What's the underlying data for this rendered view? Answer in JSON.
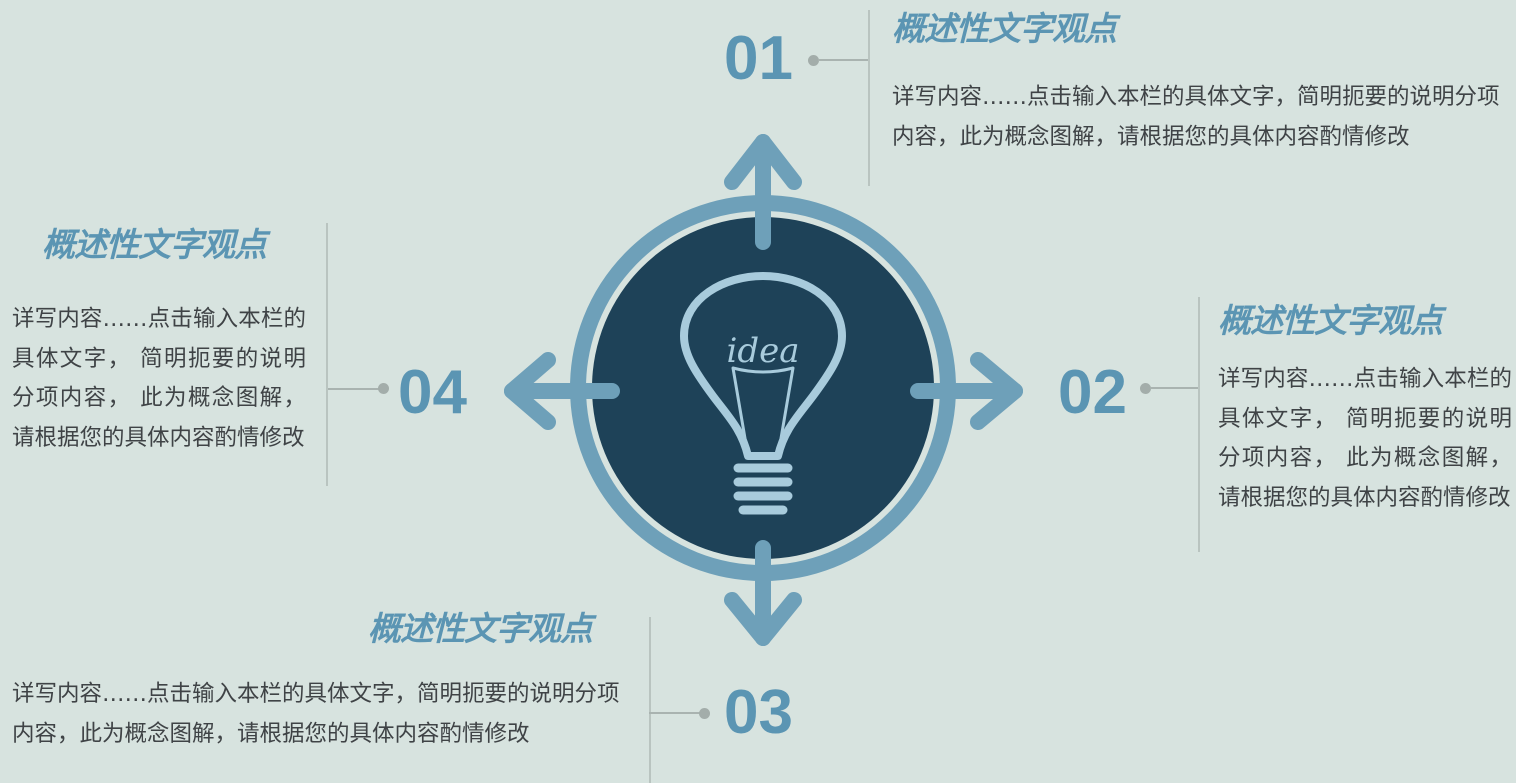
{
  "colors": {
    "accent": "#5b95b3",
    "text": "#3f4346",
    "background": "#d7e3df",
    "circle_fill": "#1e4258",
    "ring": "#6ea0b9"
  },
  "center": {
    "bulb_word": "idea",
    "icon": "lightbulb-icon"
  },
  "items": [
    {
      "number": "01",
      "title": "概述性文字观点",
      "description": "详写内容……点击输入本栏的具体文字，简明扼要的说明分项内容，此为概念图解，请根据您的具体内容酌情修改"
    },
    {
      "number": "02",
      "title": "概述性文字观点",
      "description": "详写内容……点击输入本栏的具体文字， 简明扼要的说明分项内容， 此为概念图解， 请根据您的具体内容酌情修改"
    },
    {
      "number": "03",
      "title": "概述性文字观点",
      "description": "详写内容……点击输入本栏的具体文字，简明扼要的说明分项内容，此为概念图解，请根据您的具体内容酌情修改"
    },
    {
      "number": "04",
      "title": "概述性文字观点",
      "description": "详写内容……点击输入本栏的具体文字， 简明扼要的说明分项内容， 此为概念图解， 请根据您的具体内容酌情修改"
    }
  ]
}
